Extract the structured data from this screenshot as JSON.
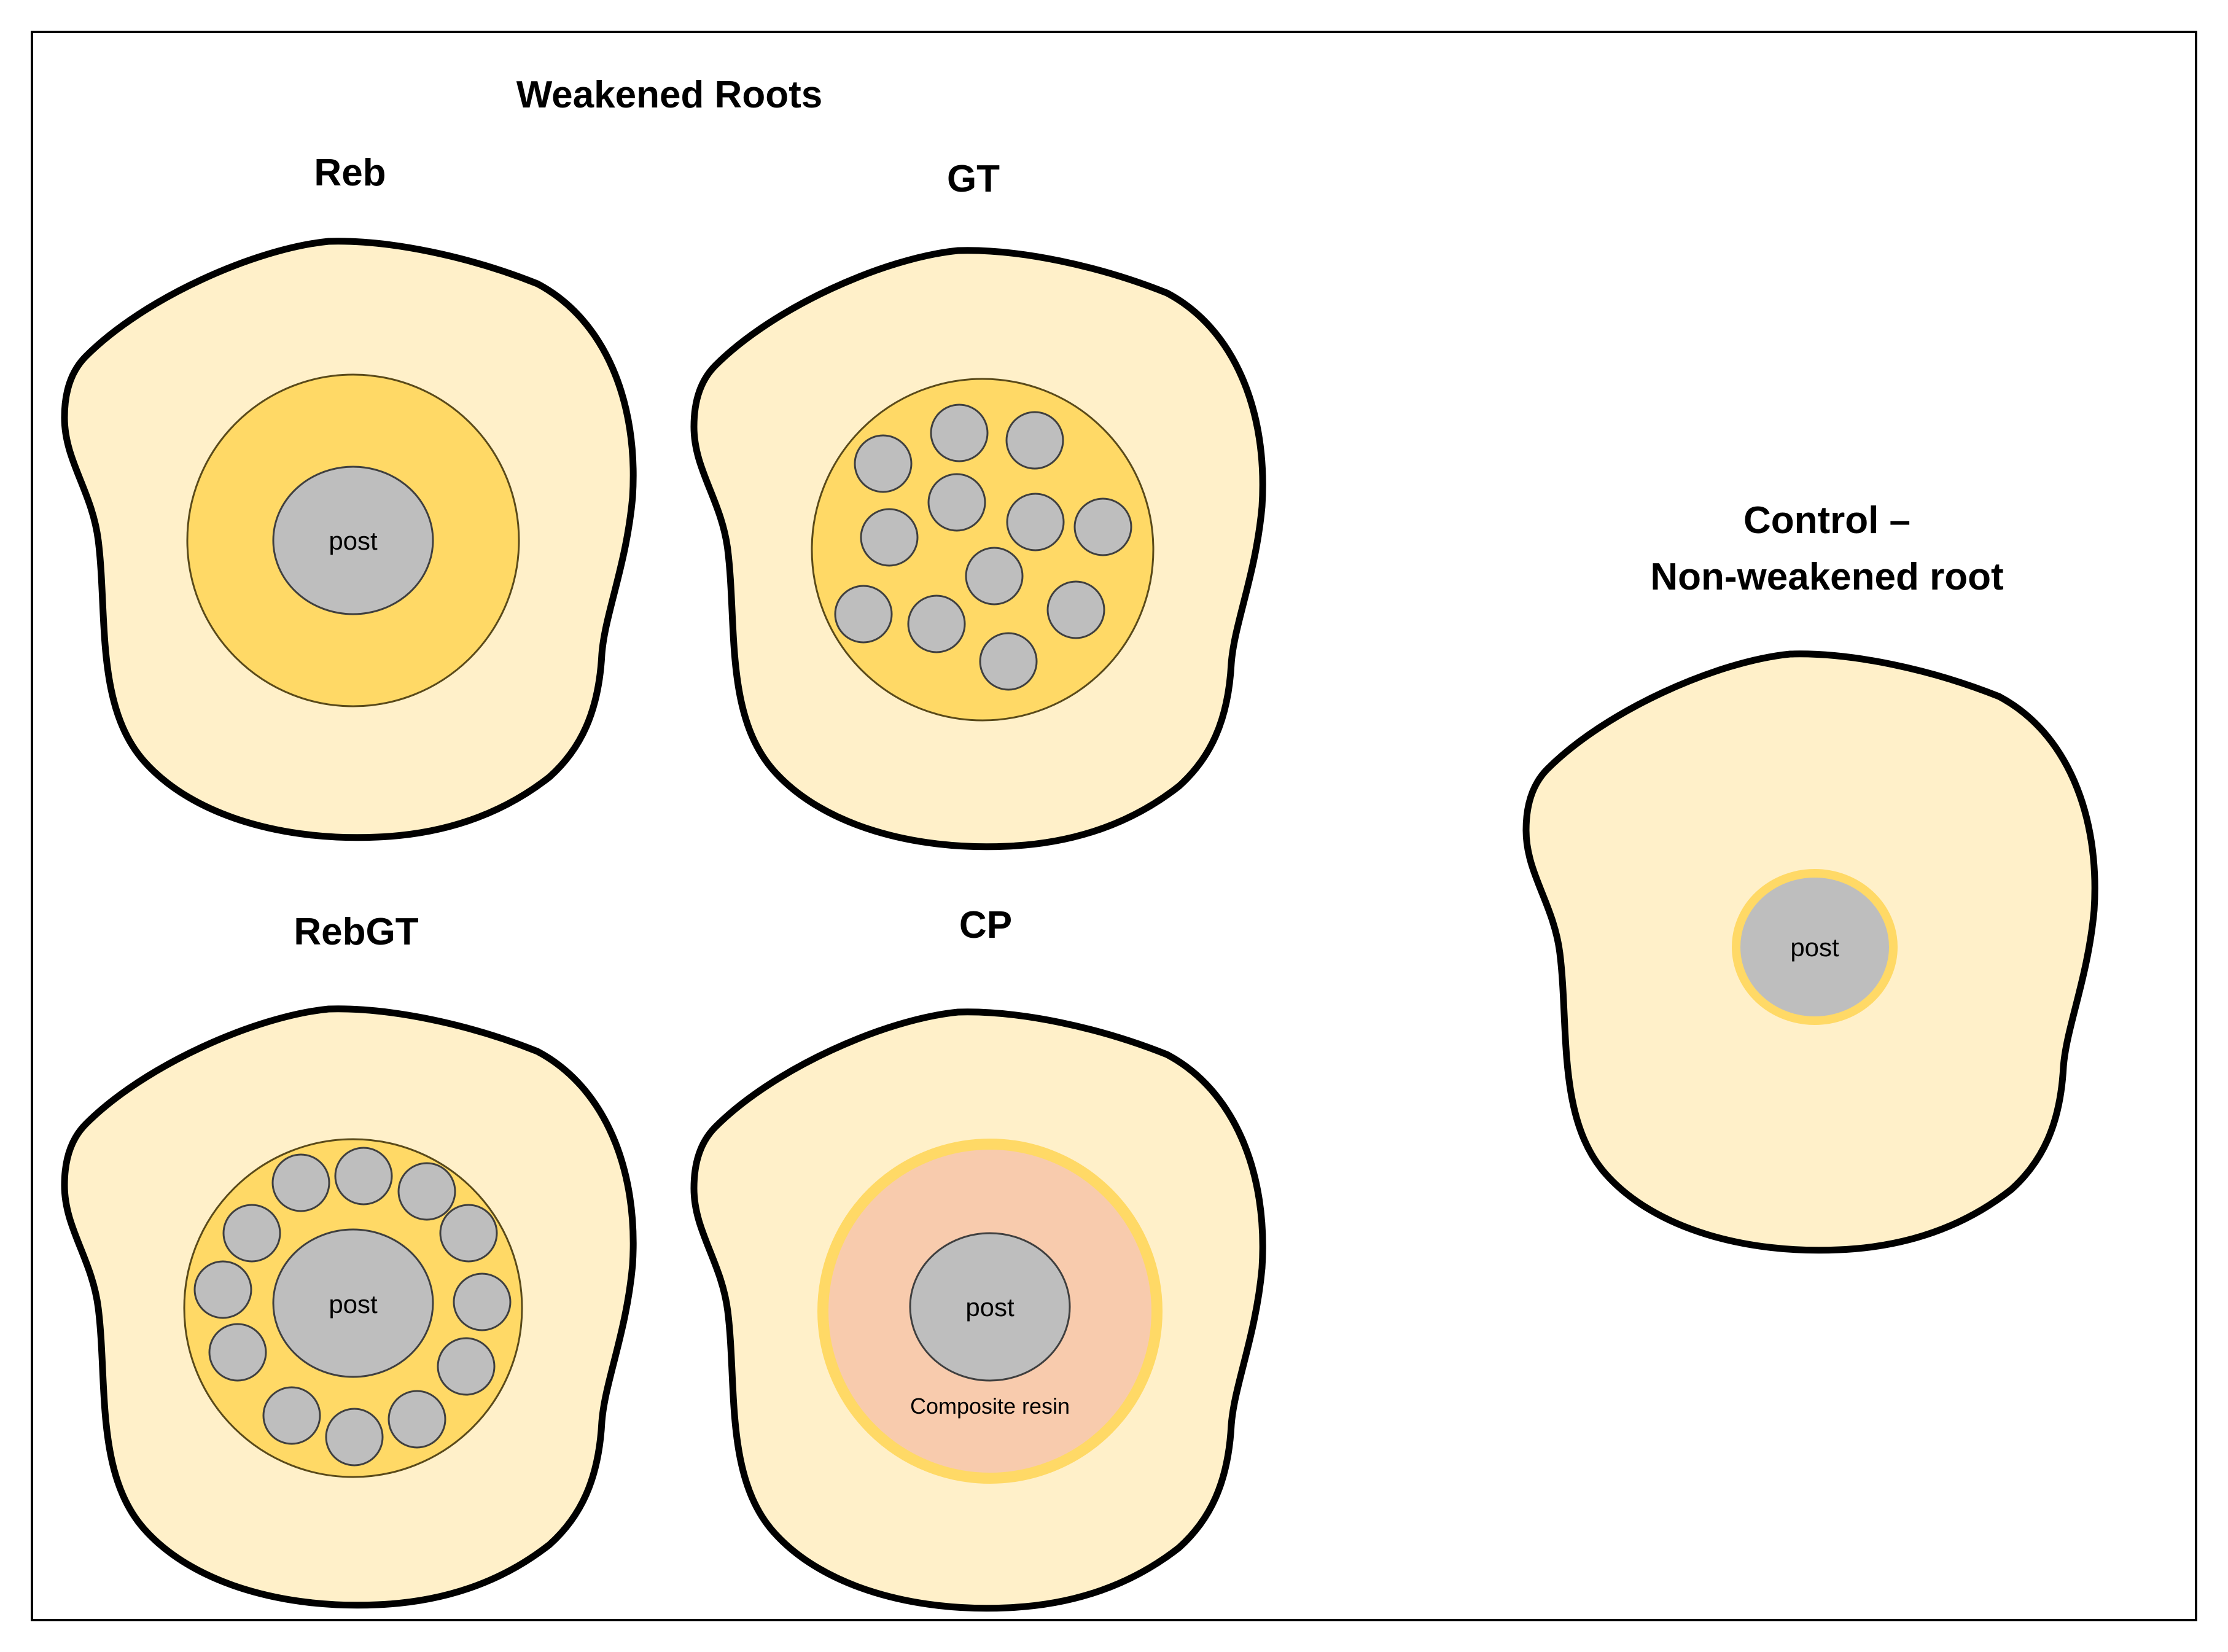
{
  "colors": {
    "root_fill": "#FFF0C9",
    "root_stroke": "#000000",
    "treated_zone": "#FFD966",
    "treated_zone_edge": "#5a4a1a",
    "post_fill": "#BEBEBE",
    "post_stroke": "#3f3f3f",
    "composite_resin": "#F8CBAD",
    "cement_ring": "#FFD966",
    "frame": "#000000"
  },
  "title": "Weakened Roots",
  "groups": {
    "reb": {
      "label": "Reb",
      "post_label": "post"
    },
    "gt": {
      "label": "GT"
    },
    "rebgt": {
      "label": "RebGT",
      "post_label": "post"
    },
    "cp": {
      "label": "CP",
      "post_label": "post",
      "resin_label": "Composite resin"
    },
    "control": {
      "label_line1": "Control –",
      "label_line2": "Non-weakened root",
      "post_label": "post"
    }
  }
}
